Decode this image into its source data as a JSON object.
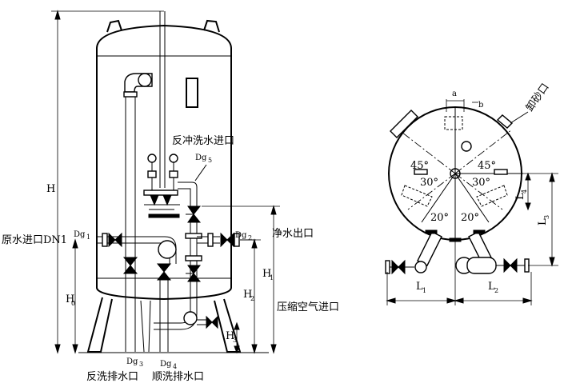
{
  "front_view": {
    "labels": {
      "backwash_inlet": "反冲洗水进口",
      "dg5": "Dg",
      "dg5_sub": "5",
      "raw_water_inlet": "原水进口DN1",
      "dg1": "Dg",
      "dg1_sub": "1",
      "dg2": "Dg",
      "dg2_sub": "2",
      "clean_water_outlet": "净水出口",
      "compressed_air_inlet": "压缩空气进口",
      "dg3": "Dg",
      "dg3_sub": "3",
      "dg4": "Dg",
      "dg4_sub": "4",
      "backwash_drain": "反洗排水口",
      "forward_wash_drain": "顺洗排水口"
    },
    "dimensions": {
      "H": "H",
      "H0": "H",
      "H0_sub": "0",
      "H1": "H",
      "H1_sub": "1",
      "H2": "H",
      "H2_sub": "2",
      "H3": "H",
      "H3_sub": "3"
    }
  },
  "plan_view": {
    "labels": {
      "a": "a",
      "b": "b",
      "sand_discharge": "卸砂口"
    },
    "angles": {
      "left_upper": "45°",
      "right_upper": "45°",
      "left_mid": "30°",
      "right_mid": "30°",
      "left_lower": "20°",
      "right_lower": "20°"
    },
    "dimensions": {
      "L": "L",
      "L1_sub": "1",
      "L2_sub": "2",
      "L3_sub": "3",
      "L4_sub": "4"
    }
  }
}
